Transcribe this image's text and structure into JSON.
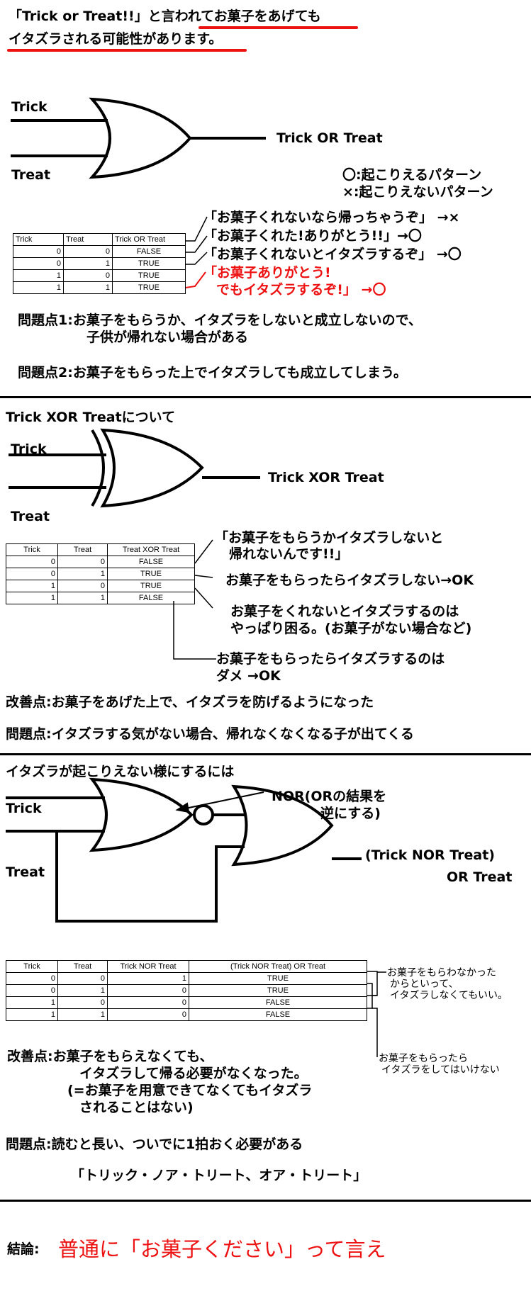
{
  "section1": {
    "header_line1_a": "「Trick or Treat!!」と言われて",
    "header_line1_b": "お菓子をあげても",
    "header_line2": "イタズラされる可能性があります。",
    "gate": {
      "input_a": "Trick",
      "input_b": "Treat",
      "output": "Trick OR Treat"
    },
    "legend": [
      "〇:起こりえるパターン",
      "×:起こりえないパターン"
    ],
    "table": {
      "headers": [
        "Trick",
        "Treat",
        "Trick OR Treat"
      ],
      "rows": [
        [
          "0",
          "0",
          "FALSE"
        ],
        [
          "0",
          "1",
          "TRUE"
        ],
        [
          "1",
          "0",
          "TRUE"
        ],
        [
          "1",
          "1",
          "TRUE"
        ]
      ]
    },
    "annotations": [
      "「お菓子くれないなら帰っちゃうぞ」 →×",
      "「お菓子くれた!ありがとう!!」→〇",
      "「お菓子くれないとイタズラするぞ」 →〇"
    ],
    "annotation_red_line1": "「お菓子ありがとう!",
    "annotation_red_line2": "でもイタズラするぞ!」 →〇",
    "problem1_line1": "問題点1:お菓子をもらうか、イタズラをしないと成立しないので、",
    "problem1_line2": "子供が帰れない場合がある",
    "problem2": "問題点2:お菓子をもらった上でイタズラしても成立してしまう。"
  },
  "section2": {
    "header": "Trick XOR Treatについて",
    "gate": {
      "input_a": "Trick",
      "input_b": "Treat",
      "output": "Trick XOR Treat"
    },
    "table": {
      "headers": [
        "Trick",
        "Treat",
        "Treat XOR Treat"
      ],
      "rows": [
        [
          "0",
          "0",
          "FALSE"
        ],
        [
          "0",
          "1",
          "TRUE"
        ],
        [
          "1",
          "0",
          "TRUE"
        ],
        [
          "1",
          "1",
          "FALSE"
        ]
      ]
    },
    "annotation1_line1": "「お菓子をもらうかイタズラしないと",
    "annotation1_line2": "帰れないんです!!」",
    "annotation2": "お菓子をもらったらイタズラしない→OK",
    "annotation3_line1": "お菓子をくれないとイタズラするのは",
    "annotation3_line2": "やっぱり困る。(お菓子がない場合など)",
    "annotation4_line1": "お菓子をもらったらイタズラするのは",
    "annotation4_line2": "ダメ →OK",
    "improvement": "改善点:お菓子をあげた上で、イタズラを防げるようになった",
    "problem": "問題点:イタズラする気がない場合、帰れなくなくなる子が出てくる"
  },
  "section3": {
    "header": "イタズラが起こりえない様にするには",
    "gate": {
      "input_a": "Trick",
      "input_b": "Treat",
      "nor_label_line1": "NOR(ORの結果を",
      "nor_label_line2": "逆にする)",
      "output_line1": "(Trick NOR Treat)",
      "output_line2": "OR Treat"
    },
    "table": {
      "headers": [
        "Trick",
        "Treat",
        "Trick NOR Treat",
        "(Trick NOR Treat) OR Treat"
      ],
      "rows": [
        [
          "0",
          "0",
          "1",
          "TRUE"
        ],
        [
          "0",
          "1",
          "0",
          "TRUE"
        ],
        [
          "1",
          "0",
          "0",
          "FALSE"
        ],
        [
          "1",
          "1",
          "0",
          "FALSE"
        ]
      ]
    },
    "side_note1": [
      "お菓子をもらわなかった",
      "からといって、",
      "イタズラしなくてもいい。"
    ],
    "side_note2": [
      "お菓子をもらったら",
      "イタズラをしてはいけない"
    ],
    "improvement_line1": "改善点:お菓子をもらえなくても、",
    "improvement_line2": "イタズラして帰る必要がなくなった。",
    "improvement_line3": "(=お菓子を用意できてなくてもイタズラ",
    "improvement_line4": "されることはない)",
    "problem": "問題点:読むと長い、ついでに1拍おく必要がある",
    "reading": "「トリック・ノア・トリート、オア・トリート」"
  },
  "conclusion": {
    "label": "結論:",
    "text": "普通に「お菓子ください」って言え"
  },
  "colors": {
    "accent_red": "#ee1111",
    "ink": "#000000"
  }
}
